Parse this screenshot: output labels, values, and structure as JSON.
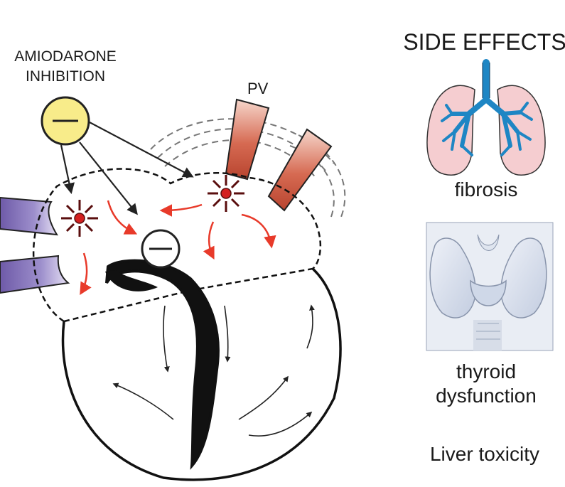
{
  "left_panel": {
    "inhibitor_label_line1": "AMIODARONE",
    "inhibitor_label_line2": "INHIBITION",
    "pv_label": "PV"
  },
  "right_panel": {
    "title": "SIDE EFFECTS",
    "items": [
      {
        "label": "fibrosis",
        "icon": "lungs-icon"
      },
      {
        "label_line1": "thyroid",
        "label_line2": "dysfunction",
        "icon": "thyroid-icon"
      },
      {
        "label": "Liver toxicity"
      }
    ]
  },
  "colors": {
    "inhibitor_fill": "#f8ec8a",
    "spark_red": "#d42020",
    "arrow_red": "#e83a2a",
    "pv_vein": "#c9503c",
    "left_vein": "#8a78bd",
    "airway_blue": "#1e86c4",
    "lung_pink": "#f5cdd0",
    "thyroid_blue": "#c8d4e6"
  }
}
